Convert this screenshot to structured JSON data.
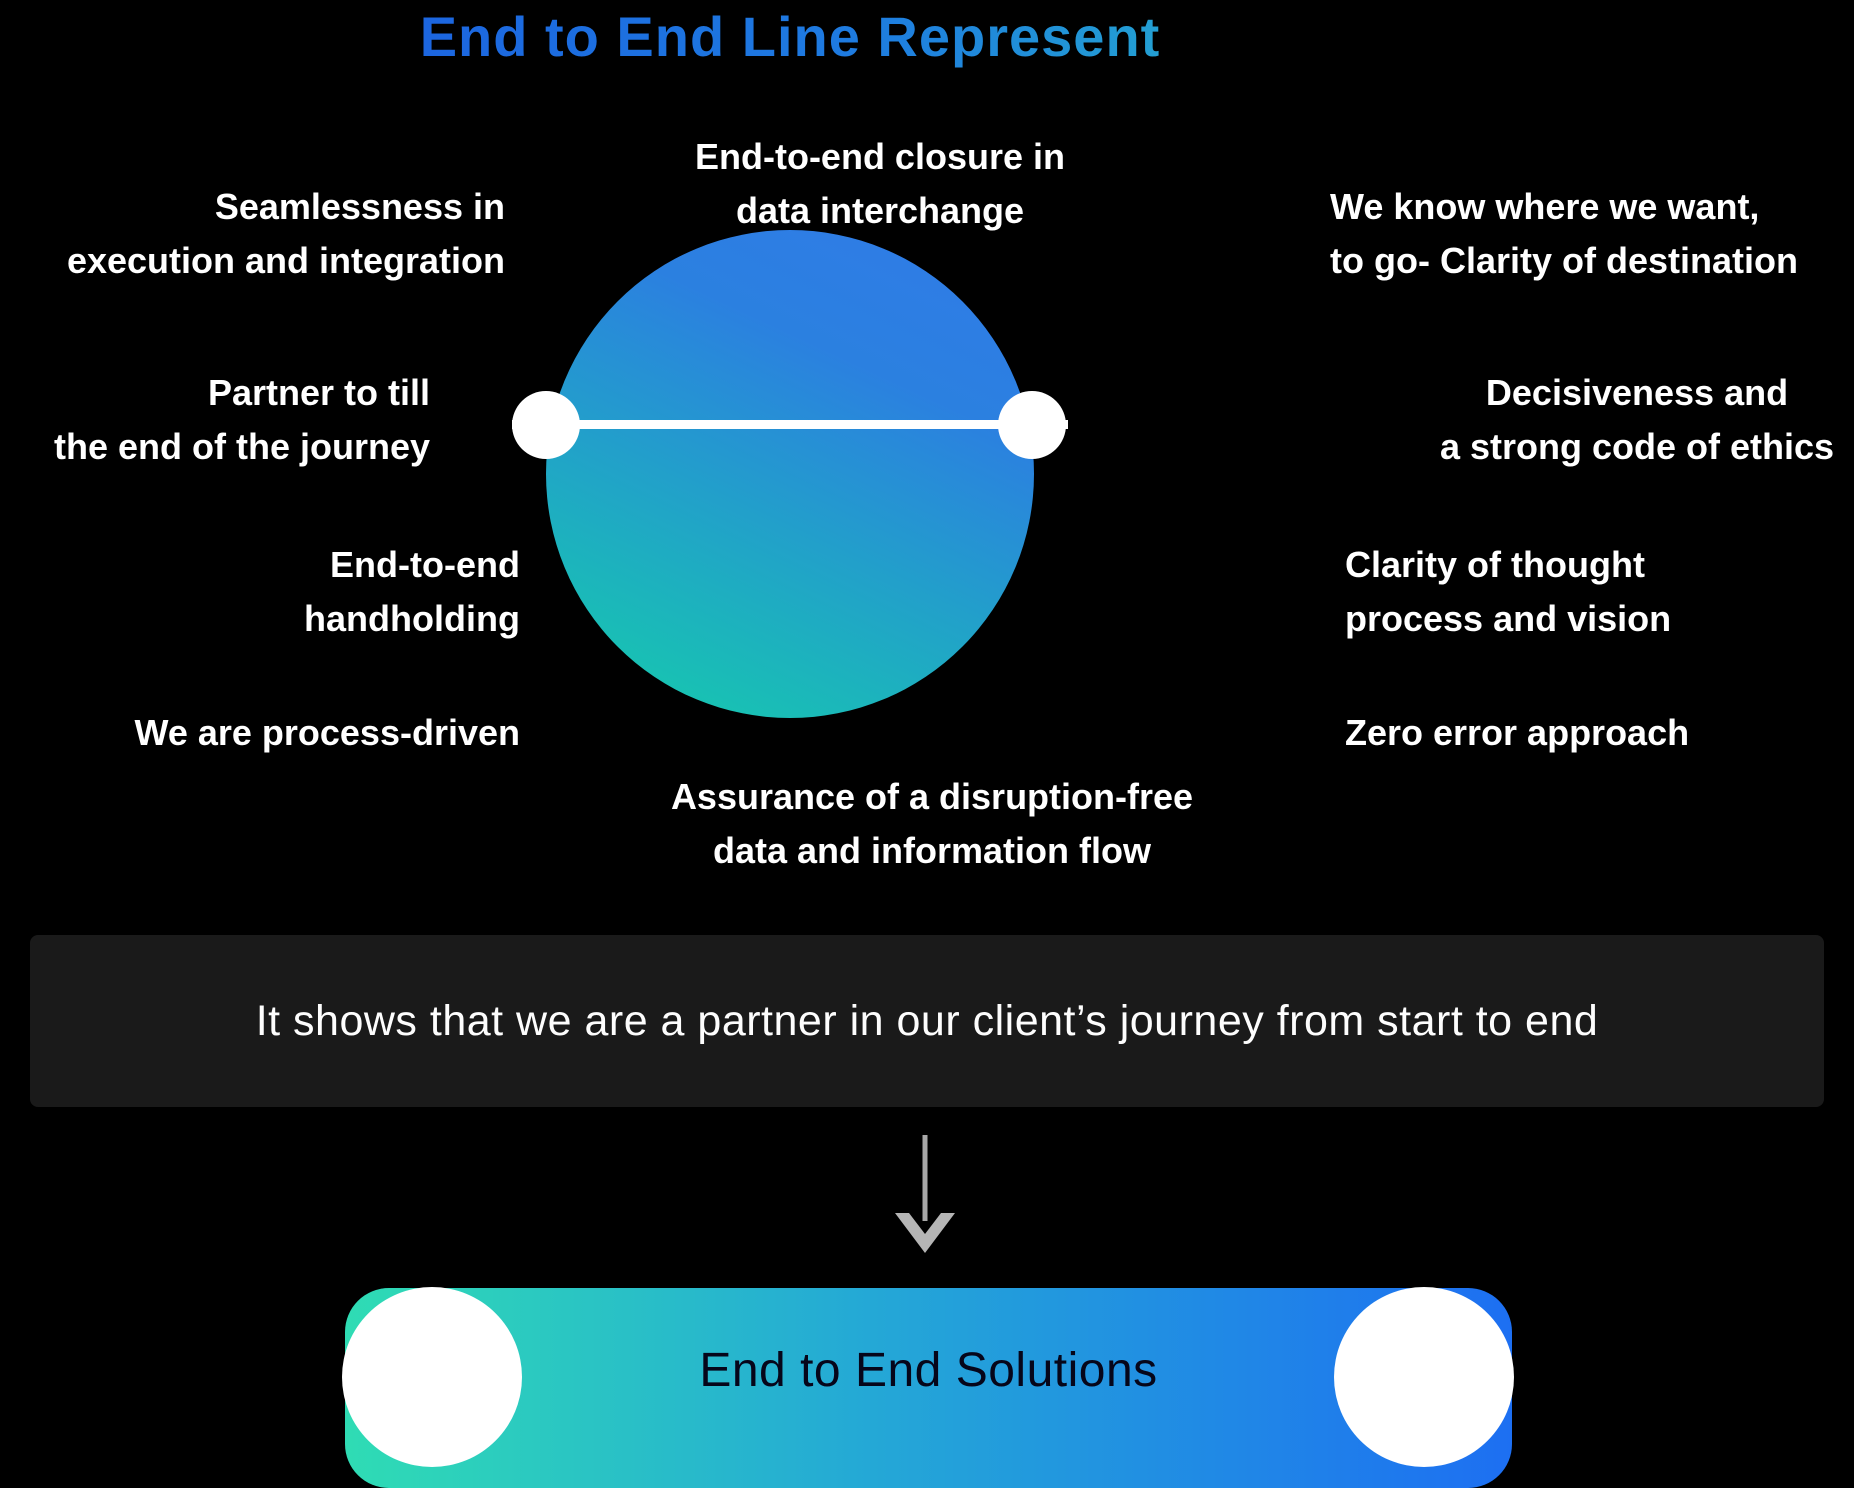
{
  "title": "End to End Line Represent",
  "diagram": {
    "top_label": {
      "line1": "End-to-end closure in",
      "line2": "data interchange"
    },
    "bottom_label": {
      "line1": "Assurance of a disruption-free",
      "line2": "data and information flow"
    },
    "left_labels": [
      {
        "line1": "Seamlessness in",
        "line2": "execution and integration"
      },
      {
        "line1": "Partner to till",
        "line2": "the end of the journey"
      },
      {
        "line1": "End-to-end",
        "line2": "handholding"
      },
      {
        "line1": "We are process-driven",
        "line2": ""
      }
    ],
    "right_labels": [
      {
        "line1": "We know where we want,",
        "line2": "to go- Clarity of destination"
      },
      {
        "line1": "Decisiveness and",
        "line2": "a strong code of ethics"
      },
      {
        "line1": "Clarity of thought",
        "line2": "process and vision"
      },
      {
        "line1": "Zero error approach",
        "line2": ""
      }
    ]
  },
  "banner": {
    "text": "It shows that we are a partner in our client’s journey from start to end"
  },
  "footer": {
    "label": "End to End Solutions"
  },
  "icons": {
    "down_arrow": "down-arrow-icon",
    "line_endpoints": "line-endpoint-dots"
  },
  "colors": {
    "background": "#000000",
    "banner_background": "#1a1a1a",
    "accent_blue": "#1d6ff2",
    "accent_teal": "#2fdcb4",
    "title_gradient_start": "#1b5fe0",
    "title_gradient_end": "#28c2c5",
    "circle_gradient_top": "#2f7ce6",
    "circle_gradient_bottom": "#16c9ae",
    "arrow_gray": "#a8a8a8",
    "footer_text": "#06061a"
  }
}
